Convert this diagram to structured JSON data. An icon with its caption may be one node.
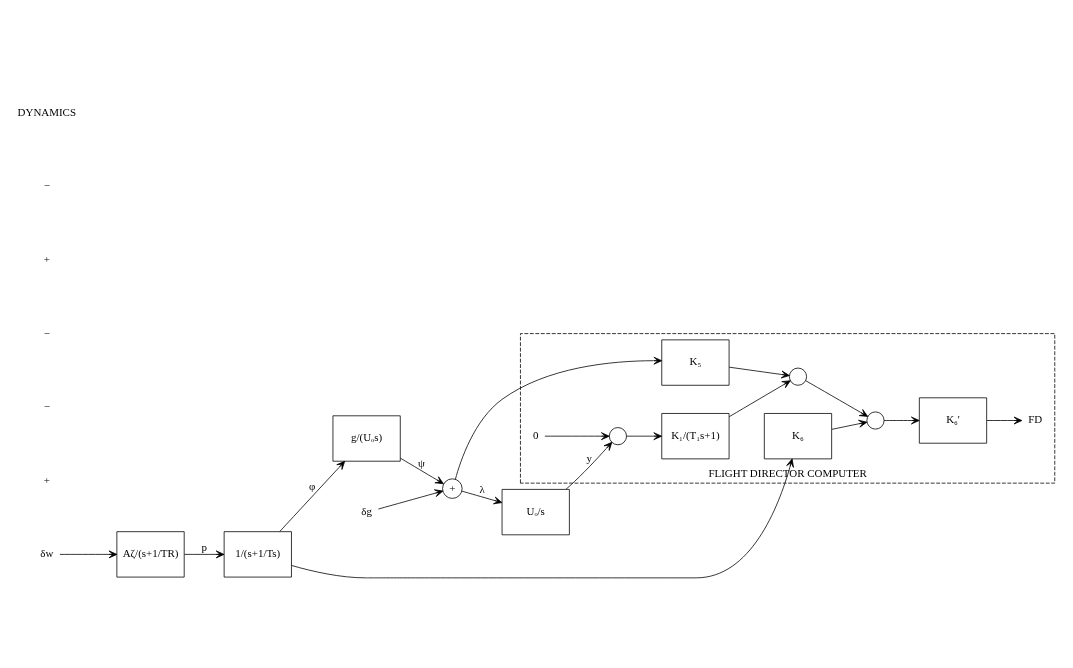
{
  "diagram": {
    "nodes": [
      {
        "text": [
          "FLIGHT DIRECTOR COMPUTER"
        ]
      },
      {
        "text": [],
        "shape": "circle",
        "in": 0
      },
      {
        "text": [
          "K₁/(T₁s+1)"
        ],
        "in": 0
      },
      {
        "text": [],
        "shape": "circle",
        "in": 0
      },
      {
        "text": [],
        "shape": "circle",
        "in": 0
      },
      {
        "text": [
          "K₆'"
        ],
        "in": 0
      },
      {
        "text": [
          "K₅"
        ],
        "in": 0
      },
      {
        "text": [
          "K₆"
        ],
        "in": 0
      },
      {
        "text": [
          "FD"
        ],
        "in": 0
      },
      {
        "text": [
          "0"
        ],
        "in": 0
      },
      {
        "text": [
          "δw"
        ]
      },
      {
        "text": [
          "Aζ/(s+1/TR)"
        ]
      },
      {
        "text": [
          "1/(s+1/Ts)"
        ]
      },
      {
        "text": [
          "g/(Uₒs)"
        ]
      },
      {
        "text": [
          "+"
        ]
      },
      {
        "text": [
          "Uₒ/s"
        ]
      },
      {
        "text": [
          "δg"
        ]
      }
    ],
    "edges": [
      {
        "from": 10,
        "to": 11,
        "arrow": "to"
      },
      {
        "from": 11,
        "to": 12,
        "arrow": "to",
        "label": "p"
      },
      {
        "from": 12,
        "to": 13,
        "arrow": "to",
        "label": "φ"
      },
      {
        "from": 13,
        "to": 14,
        "arrow": "to",
        "label": "ψ"
      },
      {
        "from": 16,
        "to": 14,
        "arrow": "to"
      },
      {
        "from": 14,
        "to": 15,
        "arrow": "to",
        "label": "λ"
      },
      {
        "from": 15,
        "to": 1,
        "arrow": "to",
        "label": "y"
      },
      {
        "from": 9,
        "to": 1,
        "arrow": "to"
      },
      {
        "from": 1,
        "to": 2,
        "arrow": "to"
      },
      {
        "from": 2,
        "to": 3,
        "arrow": "to"
      },
      {
        "from": 6,
        "to": 3,
        "arrow": "to"
      },
      {
        "from": 3,
        "to": 4,
        "arrow": "to"
      },
      {
        "from": 7,
        "to": 4,
        "arrow": "to"
      },
      {
        "from": 4,
        "to": 5,
        "arrow": "to"
      },
      {
        "from": 5,
        "to": 8,
        "arrow": "to"
      },
      {
        "from": 12,
        "to": 7,
        "arrow": "to"
      },
      {
        "from": 14,
        "to": 6,
        "arrow": "to"
      }
    ],
    "labels": [
      "+",
      "−",
      "−",
      "+",
      "−",
      "DYNAMICS"
    ]
  }
}
